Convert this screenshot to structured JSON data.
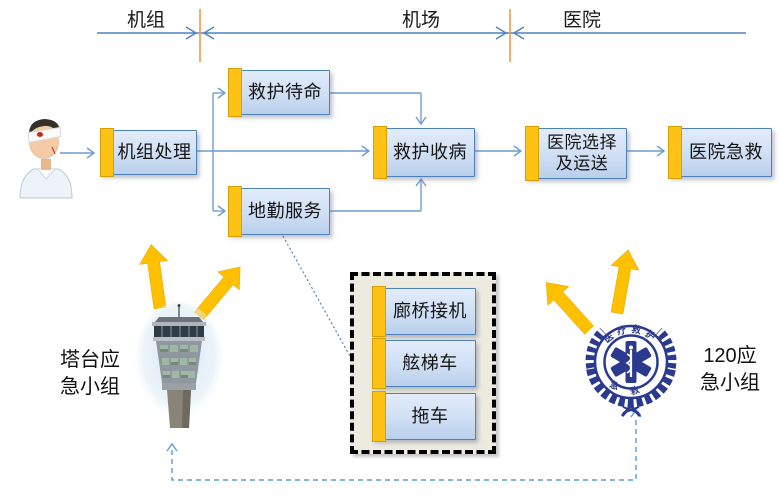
{
  "header": {
    "lanes": [
      {
        "id": "crew",
        "label": "机组"
      },
      {
        "id": "airport",
        "label": "机场"
      },
      {
        "id": "hospital",
        "label": "医院"
      }
    ]
  },
  "flow": {
    "crew_handling": "机组处理",
    "ambulance_standby": "救护待命",
    "ground_service": "地勤服务",
    "ambulance_pickup": "救护收病",
    "hospital_selection": "医院选择\n及运送",
    "hospital_emergency": "医院急救"
  },
  "ground_support_group": {
    "items": [
      {
        "label": "廊桥接机"
      },
      {
        "label": "舷梯车"
      },
      {
        "label": "拖车"
      }
    ]
  },
  "teams": {
    "tower": {
      "label": "塔台应\n急小组"
    },
    "medical": {
      "label": "120应\n急小组"
    }
  },
  "logo_text": {
    "top": "医疗救护",
    "bottom": "急救"
  },
  "icons": {
    "passenger": "injured-passenger-icon",
    "tower": "control-tower-icon",
    "medical": "medical-rescue-logo"
  },
  "colors": {
    "box_border": "#4f81bd",
    "box_fill_top": "#e2ecfa",
    "box_fill_bottom": "#b9cfec",
    "accent_bar": "#fec214",
    "divider_orange": "#f79646",
    "connector_blue": "#6f9ccf",
    "dashed_feedback": "#5b9bd5",
    "group_fill": "#edebe0",
    "group_border": "#000000",
    "block_arrow": "#ffc000",
    "logo_navy": "#2b3a8f"
  }
}
